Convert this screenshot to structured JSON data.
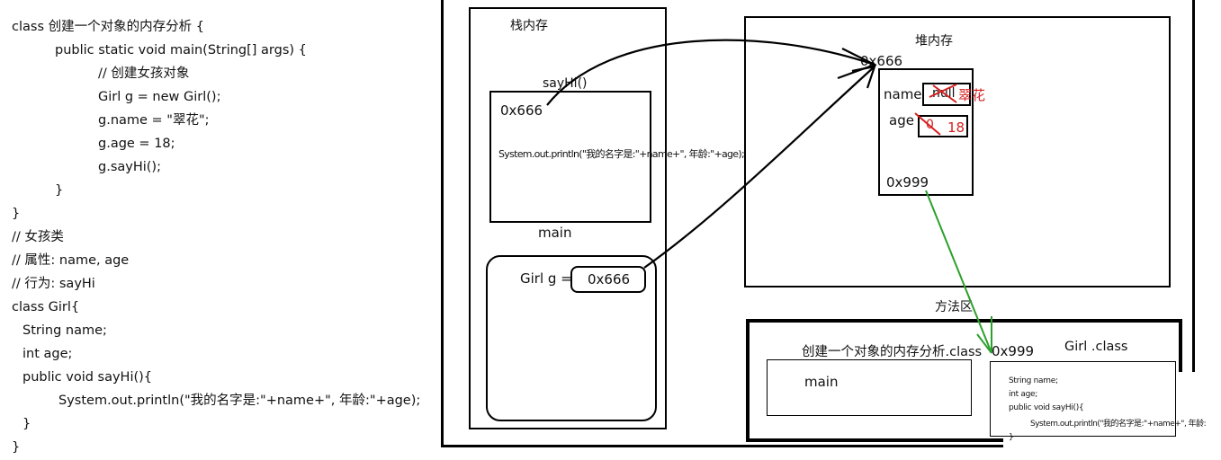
{
  "code_lines": [
    "class 创建一个对象的内存分析 {",
    "public static void main(String[] args) {",
    "// 创建女孩对象",
    "Girl g = new Girl();",
    "g.name = \"翠花\";",
    "g.age = 18;",
    "g.sayHi();",
    "}",
    "}",
    "// 女孩类",
    "// 属性: name, age",
    "// 行为: sayHi",
    "class Girl{",
    "String name;",
    "int age;",
    "public void sayHi(){",
    "System.out.println(\"我的名字是:\"+name+\", 年龄:\"+age);",
    "}",
    "}"
  ],
  "stack": {
    "title": "栈内存",
    "sayhi_frame": {
      "label": "sayHi()",
      "ref": "0x666",
      "stmt": "System.out.println(\"我的名字是:\"+name+\", 年龄:\"+age);"
    },
    "main_frame": {
      "label": "main",
      "var_label": "Girl g =",
      "var_value": "0x666"
    }
  },
  "heap": {
    "title": "堆内存",
    "address": "0x666",
    "fields": [
      {
        "name": "name",
        "old_value": "null",
        "new_value": "翠花"
      },
      {
        "name": "age",
        "old_value": "0",
        "new_value": "18"
      }
    ],
    "class_ref": "0x999"
  },
  "method_area": {
    "title": "方法区",
    "class1": {
      "title": "创建一个对象的内存分析.class",
      "content": "main"
    },
    "class2": {
      "address": "0x999",
      "title": "Girl .class",
      "lines": [
        "String name;",
        "int age;",
        "public void sayHi(){",
        "System.out.println(\"我的名字是:\"+name+\", 年龄:",
        "}"
      ]
    }
  },
  "colors": {
    "arrow": "#000000",
    "class_pointer": "#2ca02c",
    "overwrite": "#d42020"
  }
}
